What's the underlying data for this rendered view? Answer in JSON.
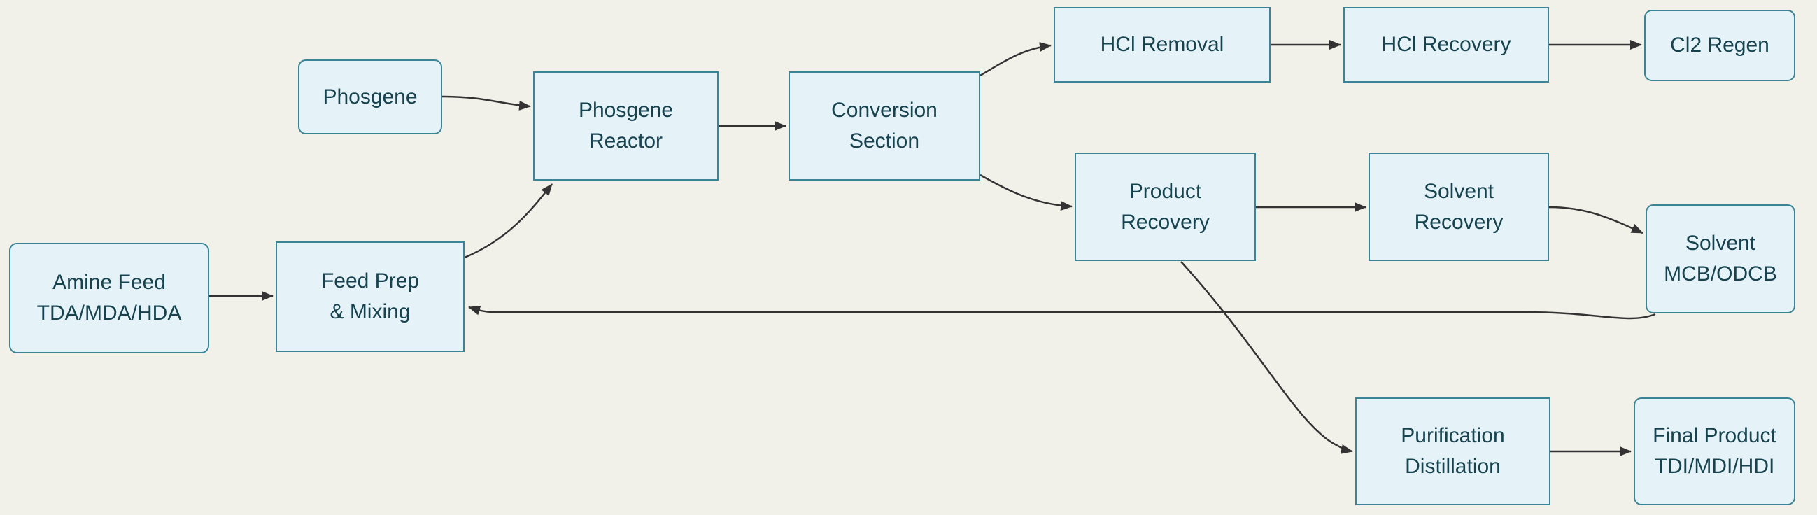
{
  "diagram": {
    "type": "flowchart",
    "colors": {
      "background": "#f2f1e9",
      "node_fill": "#e5f2f8",
      "node_border": "#3a8495",
      "node_text": "#17434f",
      "arrow": "#333333"
    },
    "nodes": {
      "phosgene": {
        "label": "Phosgene",
        "shape": "rounded"
      },
      "phosgene_reactor": {
        "label": "Phosgene\nReactor",
        "shape": "rect"
      },
      "conversion_section": {
        "label": "Conversion\nSection",
        "shape": "rect"
      },
      "hcl_removal": {
        "label": "HCl Removal",
        "shape": "rect"
      },
      "hcl_recovery": {
        "label": "HCl Recovery",
        "shape": "rect"
      },
      "cl2_regen": {
        "label": "Cl2 Regen",
        "shape": "rounded"
      },
      "product_recovery": {
        "label": "Product\nRecovery",
        "shape": "rect"
      },
      "solvent_recovery": {
        "label": "Solvent\nRecovery",
        "shape": "rect"
      },
      "solvent_mcb": {
        "label": "Solvent\nMCB/ODCB",
        "shape": "rounded"
      },
      "amine_feed": {
        "label": "Amine Feed\nTDA/MDA/HDA",
        "shape": "rounded"
      },
      "feed_prep": {
        "label": "Feed Prep\n& Mixing",
        "shape": "rect"
      },
      "purification": {
        "label": "Purification\nDistillation",
        "shape": "rect"
      },
      "final_product": {
        "label": "Final Product\nTDI/MDI/HDI",
        "shape": "rounded"
      }
    },
    "edges": [
      {
        "from": "Phosgene",
        "to": "Phosgene Reactor"
      },
      {
        "from": "Amine Feed TDA/MDA/HDA",
        "to": "Feed Prep & Mixing"
      },
      {
        "from": "Feed Prep & Mixing",
        "to": "Phosgene Reactor"
      },
      {
        "from": "Phosgene Reactor",
        "to": "Conversion Section"
      },
      {
        "from": "Conversion Section",
        "to": "HCl Removal"
      },
      {
        "from": "HCl Removal",
        "to": "HCl Recovery"
      },
      {
        "from": "HCl Recovery",
        "to": "Cl2 Regen"
      },
      {
        "from": "Conversion Section",
        "to": "Product Recovery"
      },
      {
        "from": "Product Recovery",
        "to": "Solvent Recovery"
      },
      {
        "from": "Solvent Recovery",
        "to": "Solvent MCB/ODCB"
      },
      {
        "from": "Solvent MCB/ODCB",
        "to": "Feed Prep & Mixing"
      },
      {
        "from": "Product Recovery",
        "to": "Purification Distillation"
      },
      {
        "from": "Purification Distillation",
        "to": "Final Product TDI/MDI/HDI"
      }
    ]
  }
}
